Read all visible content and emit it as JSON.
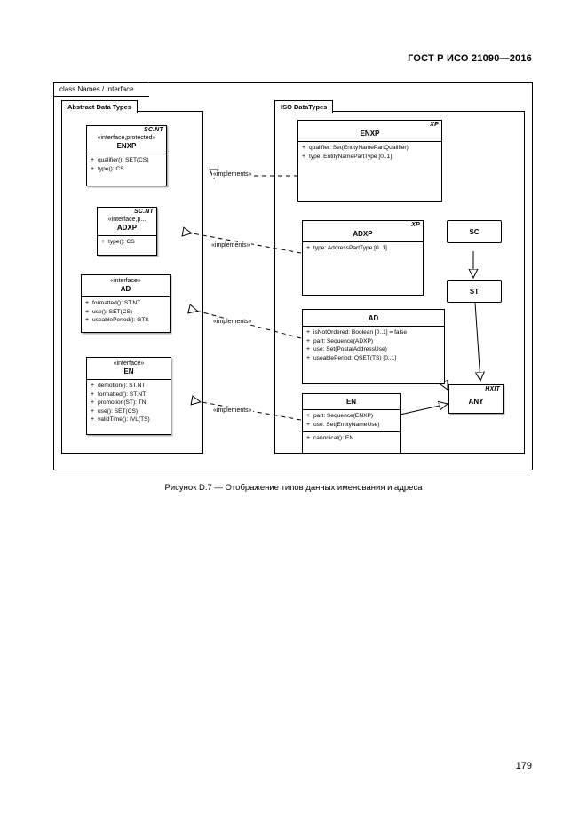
{
  "page": {
    "header": "ГОСТ Р ИСО 21090—2016",
    "number": "179",
    "caption": "Рисунок D.7 — Отображение типов данных именования и адреса"
  },
  "diagram": {
    "frame_label": "class Names / Interface",
    "packages": [
      {
        "id": "abstract",
        "label": "Abstract Data Types"
      },
      {
        "id": "iso",
        "label": "ISO DataTypes"
      }
    ],
    "edge_labels": {
      "implements": "«implements»"
    },
    "abstract_classes": [
      {
        "id": "enxp-abs",
        "tag": "SC.NT",
        "stereotype": "«interface,protected»",
        "name": "ENXP",
        "operations": [
          {
            "visibility": "+",
            "text": "qualifier(): SET(CS)"
          },
          {
            "visibility": "+",
            "text": "type(): CS"
          }
        ]
      },
      {
        "id": "adxp-abs",
        "tag": "SC.NT",
        "stereotype": "«interface,p...",
        "name": "ADXP",
        "operations": [
          {
            "visibility": "+",
            "text": "type(): CS"
          }
        ]
      },
      {
        "id": "ad-abs",
        "tag": "",
        "stereotype": "«interface»",
        "name": "AD",
        "operations": [
          {
            "visibility": "+",
            "text": "formatted(): ST.NT"
          },
          {
            "visibility": "+",
            "text": "use(): SET(CS)"
          },
          {
            "visibility": "+",
            "text": "useablePeriod(): GTS"
          }
        ]
      },
      {
        "id": "en-abs",
        "tag": "",
        "stereotype": "«interface»",
        "name": "EN",
        "operations": [
          {
            "visibility": "+",
            "text": "demotion(): ST.NT"
          },
          {
            "visibility": "+",
            "text": "formatted(): ST.NT"
          },
          {
            "visibility": "+",
            "text": "promotion(ST): TN"
          },
          {
            "visibility": "+",
            "text": "use(): SET(CS)"
          },
          {
            "visibility": "+",
            "text": "validTime(): IVL(TS)"
          }
        ]
      }
    ],
    "iso_classes": [
      {
        "id": "enxp-iso",
        "tag": "XP",
        "name": "ENXP",
        "attributes": [
          {
            "visibility": "+",
            "text": "qualifier: Set(EntityNamePartQualifier)"
          },
          {
            "visibility": "+",
            "text": "type: EntityNamePartType [0..1]"
          }
        ],
        "operations": []
      },
      {
        "id": "adxp-iso",
        "tag": "XP",
        "name": "ADXP",
        "attributes": [
          {
            "visibility": "+",
            "text": "type: AddressPartType [0..1]"
          }
        ],
        "operations": []
      },
      {
        "id": "ad-iso",
        "tag": "",
        "name": "AD",
        "attributes": [
          {
            "visibility": "+",
            "text": "isNotOrdered: Boolean [0..1] = false"
          },
          {
            "visibility": "+",
            "text": "part: Sequence(ADXP)"
          },
          {
            "visibility": "+",
            "text": "use: Set(PostalAddressUse)"
          },
          {
            "visibility": "+",
            "text": "useablePeriod: QSET(TS) [0..1]"
          }
        ],
        "operations": []
      },
      {
        "id": "en-iso",
        "tag": "",
        "name": "EN",
        "attributes": [
          {
            "visibility": "+",
            "text": "part: Sequence(ENXP)"
          },
          {
            "visibility": "+",
            "text": "use: Set(EntityNameUse)"
          }
        ],
        "operations": [
          {
            "visibility": "+",
            "text": "canonical(): EN"
          }
        ]
      }
    ],
    "plain_classes": [
      {
        "id": "sc",
        "name": "SC",
        "tag": ""
      },
      {
        "id": "st",
        "name": "ST",
        "tag": ""
      },
      {
        "id": "any",
        "name": "ANY",
        "tag": "HXIT"
      }
    ]
  }
}
